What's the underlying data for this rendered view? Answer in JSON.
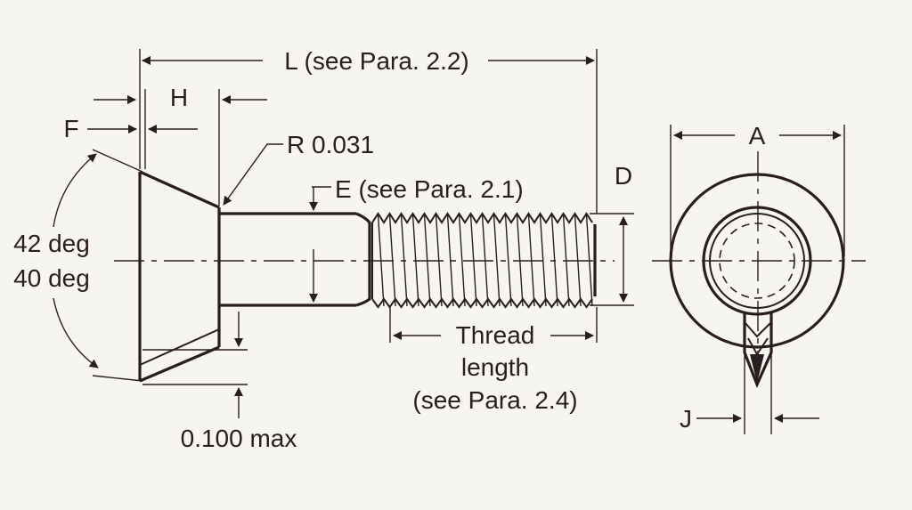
{
  "labels": {
    "L": "L (see Para. 2.2)",
    "H": "H",
    "F": "F",
    "R": "R 0.031",
    "E": "E (see Para. 2.1)",
    "D": "D",
    "A": "A",
    "angle_upper": "42 deg",
    "angle_lower": "40 deg",
    "thread_line1": "Thread",
    "thread_line2": "length",
    "thread_line3": "(see Para. 2.4)",
    "max_note": "0.100 max",
    "J": "J"
  },
  "colors": {
    "ink": "#2a1d1f",
    "paper": "#f6f5f2"
  }
}
